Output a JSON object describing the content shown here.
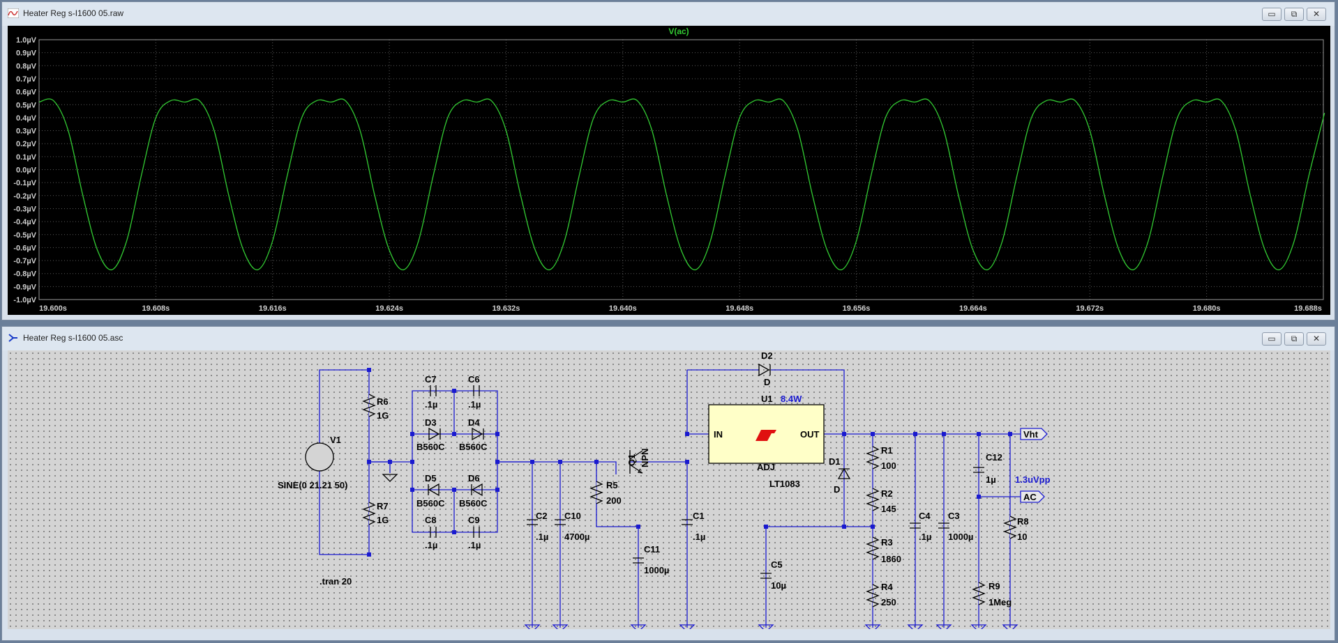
{
  "waveform_window": {
    "title": "Heater Reg s-I1600 05.raw",
    "trace_label": "V(ac)",
    "trace_color": "#33cc33",
    "background": "#000000"
  },
  "schematic_window": {
    "title": "Heater Reg s-I1600 05.asc",
    "wire_color": "#1a1ad0",
    "background": "#d4d4d4"
  },
  "window_buttons": {
    "minimize": "▭",
    "restore": "⧉",
    "close": "✕"
  },
  "chart_data": {
    "type": "line",
    "title": "V(ac)",
    "xlabel": "",
    "ylabel": "",
    "xlim": [
      19.6,
      19.688
    ],
    "ylim": [
      -1.0,
      1.0
    ],
    "grid": true,
    "x_ticks": [
      "19.600s",
      "19.608s",
      "19.616s",
      "19.624s",
      "19.632s",
      "19.640s",
      "19.648s",
      "19.656s",
      "19.664s",
      "19.672s",
      "19.680s",
      "19.688s"
    ],
    "y_ticks": [
      "1.0µV",
      "0.9µV",
      "0.8µV",
      "0.7µV",
      "0.6µV",
      "0.5µV",
      "0.4µV",
      "0.3µV",
      "0.2µV",
      "0.1µV",
      "0.0µV",
      "-0.1µV",
      "-0.2µV",
      "-0.3µV",
      "-0.4µV",
      "-0.5µV",
      "-0.6µV",
      "-0.7µV",
      "-0.8µV",
      "-0.9µV",
      "-1.0µV"
    ],
    "unit": "µV",
    "series": [
      {
        "color": "#33cc33",
        "x": [
          19.6,
          19.601,
          19.602,
          19.603,
          19.604,
          19.605,
          19.606,
          19.607,
          19.608,
          19.609,
          19.61
        ],
        "y": [
          0.52,
          0.53,
          0.3,
          -0.2,
          -0.62,
          -0.77,
          -0.55,
          -0.05,
          0.4,
          0.53,
          0.52
        ]
      }
    ],
    "period_s": 0.01,
    "peak_uV": 0.53,
    "trough_uV": -0.77
  },
  "schematic": {
    "components": [
      {
        "ref": "V1",
        "value": "SINE(0 21.21 50)"
      },
      {
        "ref": "R6",
        "value": "1G"
      },
      {
        "ref": "R7",
        "value": "1G"
      },
      {
        "ref": "C7",
        "value": ".1µ"
      },
      {
        "ref": "C6",
        "value": ".1µ"
      },
      {
        "ref": "D3",
        "value": "B560C"
      },
      {
        "ref": "D4",
        "value": "B560C"
      },
      {
        "ref": "D5",
        "value": "B560C"
      },
      {
        "ref": "D6",
        "value": "B560C"
      },
      {
        "ref": "C8",
        "value": ".1µ"
      },
      {
        "ref": "C9",
        "value": ".1µ"
      },
      {
        "ref": "C2",
        "value": ".1µ"
      },
      {
        "ref": "C10",
        "value": "4700µ"
      },
      {
        "ref": "R5",
        "value": "200"
      },
      {
        "ref": "Q1",
        "value": "NPN"
      },
      {
        "ref": "C11",
        "value": "1000µ"
      },
      {
        "ref": "C1",
        "value": ".1µ"
      },
      {
        "ref": "D2",
        "value": "D"
      },
      {
        "ref": "U1",
        "value": "LT1083"
      },
      {
        "ref": "C5",
        "value": "10µ"
      },
      {
        "ref": "D1",
        "value": "D"
      },
      {
        "ref": "R1",
        "value": "100"
      },
      {
        "ref": "R2",
        "value": "145"
      },
      {
        "ref": "R3",
        "value": "1860"
      },
      {
        "ref": "R4",
        "value": "250"
      },
      {
        "ref": "C4",
        "value": ".1µ"
      },
      {
        "ref": "C3",
        "value": "1000µ"
      },
      {
        "ref": "C12",
        "value": "1µ"
      },
      {
        "ref": "R8",
        "value": "10"
      },
      {
        "ref": "R9",
        "value": "1Meg"
      }
    ],
    "u1_pins": {
      "in": "IN",
      "out": "OUT",
      "adj": "ADJ"
    },
    "u1_power": "8.4W",
    "ripple_annotation": "1.3uVpp",
    "net_labels": {
      "vht": "Vht",
      "ac": "AC"
    },
    "directive": ".tran 20"
  }
}
